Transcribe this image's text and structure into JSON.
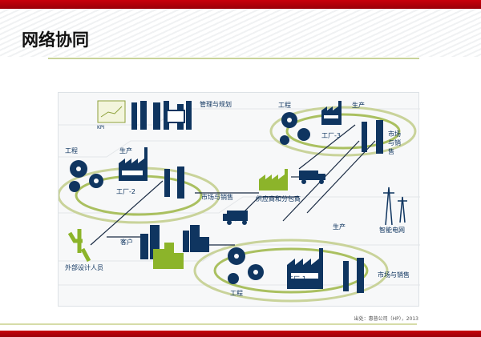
{
  "slide": {
    "title": "网络协同",
    "caption": "出处：惠普公司（HP），2013"
  },
  "diagram": {
    "kpi": "KPI",
    "management": "管理与规划",
    "factory3": {
      "engineering": "工程",
      "production": "生产",
      "name": "工厂-3",
      "sales": "市场与销售"
    },
    "factory2": {
      "engineering": "工程",
      "production": "生产",
      "name": "工厂-2",
      "sales": "市场与销售"
    },
    "factory1": {
      "engineering": "工程",
      "production": "生产",
      "name": "工厂-1",
      "sales": "市场与销售"
    },
    "supplier": "供应商和分包商",
    "smart_grid": "智能电网",
    "customer": "客户",
    "designer": "外部设计人员"
  },
  "colors": {
    "navy": "#0f3560",
    "green": "#8cb42a",
    "ring": "#c9d39a",
    "red": "#c8000a"
  }
}
